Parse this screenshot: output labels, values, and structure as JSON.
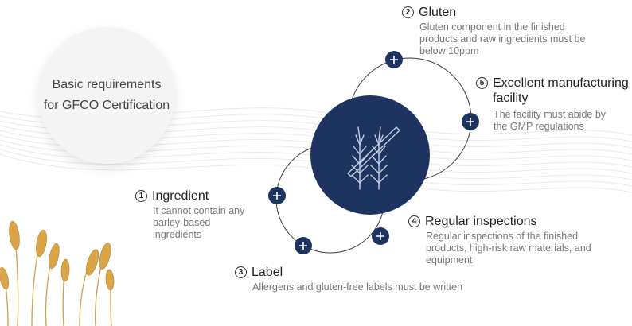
{
  "title": "Basic requirements for GFCO Certification",
  "colors": {
    "navy": "#1e3460",
    "ring": "#3a3a3a",
    "wheat": "#d7a142",
    "wave": "#ececec",
    "title_bg": "#f4f4f4"
  },
  "icons": {
    "center": "gluten-free-wheat-icon",
    "nodes": "plus-icon",
    "decoration": "wheat-stalks-icon"
  },
  "items": [
    {
      "num": "1",
      "title": "Ingredient",
      "desc": "It cannot contain any barley-based ingredients"
    },
    {
      "num": "2",
      "title": "Gluten",
      "desc": "Gluten component in the finished products and raw ingredients must be below 10ppm"
    },
    {
      "num": "3",
      "title": "Label",
      "desc": "Allergens and gluten-free labels must be written"
    },
    {
      "num": "4",
      "title": "Regular inspections",
      "desc": "Regular inspections of the finished products, high-risk raw materials, and equipment"
    },
    {
      "num": "5",
      "title": "Excellent manufacturing facility",
      "desc": "The facility must abide by the GMP regulations"
    }
  ]
}
